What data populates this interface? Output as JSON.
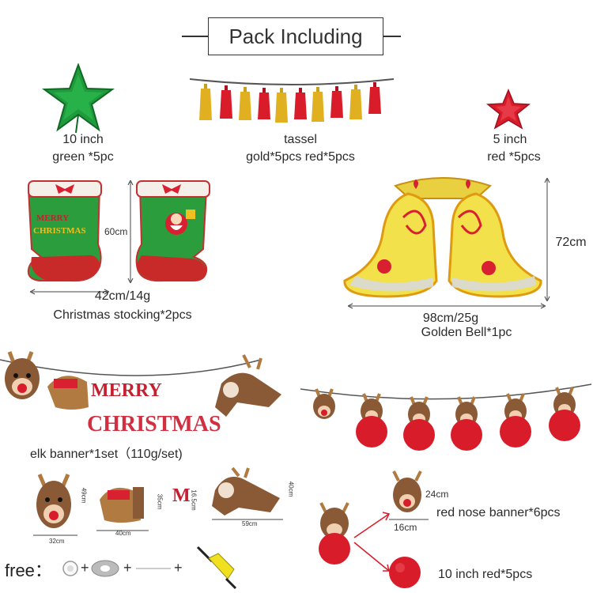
{
  "title": "Pack Including",
  "items": {
    "green_star": {
      "size": "10 inch",
      "desc": "green *5pc"
    },
    "tassel": {
      "name": "tassel",
      "desc": "gold*5pcs red*5pcs"
    },
    "red_star": {
      "size": "5 inch",
      "desc": "red *5pcs"
    },
    "stocking": {
      "height": "60cm",
      "weight": "42cm/14g",
      "desc": "Christmas stocking*2pcs"
    },
    "bell": {
      "height": "72cm",
      "weight": "98cm/25g",
      "desc": "Golden Bell*1pc"
    },
    "elk_banner": {
      "desc": "elk banner*1set（110g/set)",
      "letters_top": "MERRY",
      "letters_bottom": "CHRISTMAS",
      "dims": {
        "head_w": "32cm",
        "head_h": "49cm",
        "sleigh_w": "40cm",
        "sleigh_h": "35cm",
        "letter_h": "16.5cm",
        "body_w": "59cm",
        "body_h": "40cm"
      },
      "letter_sample": "M"
    },
    "red_nose_banner": {
      "desc": "red nose banner*6pcs",
      "w": "16cm",
      "h": "24cm"
    },
    "red_balloon": {
      "desc": "10 inch red*5pcs"
    },
    "free": {
      "label": "free：",
      "plus": "+"
    }
  },
  "colors": {
    "green": "#1f9a3c",
    "red": "#d81c2a",
    "gold": "#e0b020",
    "brown": "#8a5a36"
  }
}
